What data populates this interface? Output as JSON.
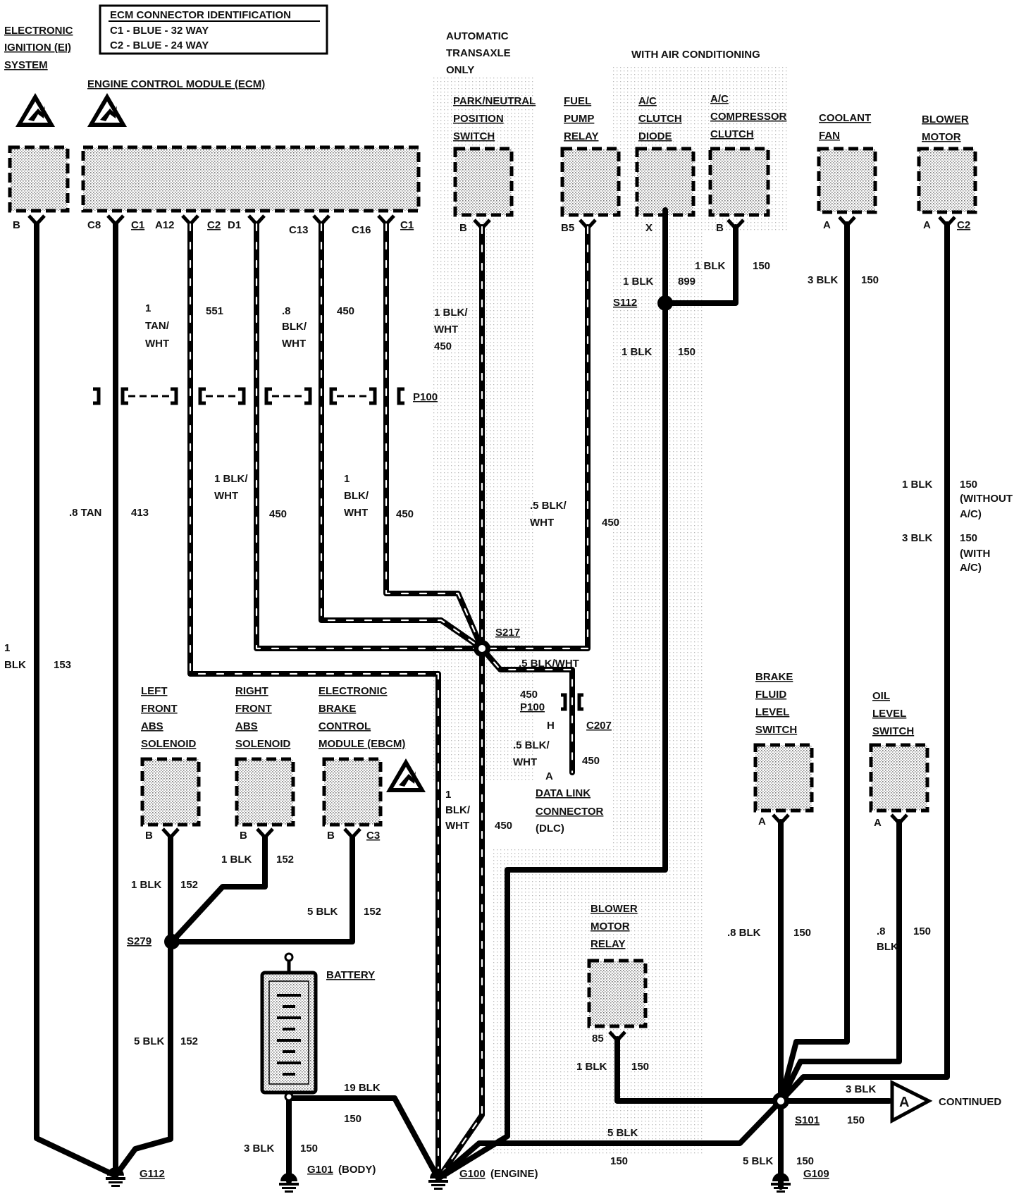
{
  "connector_id": {
    "title": "ECM CONNECTOR IDENTIFICATION",
    "line1": "C1 - BLUE - 32 WAY",
    "line2": "C2 - BLUE - 24 WAY"
  },
  "components": {
    "ei": {
      "l1": "ELECTRONIC",
      "l2": "IGNITION (EI)",
      "l3": "SYSTEM",
      "pin": "B"
    },
    "ecm": {
      "label": "ENGINE CONTROL MODULE (ECM)",
      "pins": {
        "c8": "C8",
        "c1a": "C1",
        "a12": "A12",
        "c2": "C2",
        "d1": "D1",
        "c13": "C13",
        "c16": "C16",
        "c1b": "C1"
      }
    },
    "auto_only": {
      "l1": "AUTOMATIC",
      "l2": "TRANSAXLE",
      "l3": "ONLY"
    },
    "with_ac": "WITH AIR CONDITIONING",
    "pnp": {
      "l1": "PARK/NEUTRAL",
      "l2": "POSITION",
      "l3": "SWITCH",
      "pin": "B"
    },
    "fuel_pump": {
      "l1": "FUEL",
      "l2": "PUMP",
      "l3": "RELAY",
      "pin": "B5"
    },
    "ac_diode": {
      "l1": "A/C",
      "l2": "CLUTCH",
      "l3": "DIODE",
      "pin": "X"
    },
    "ac_comp": {
      "l1": "A/C",
      "l2": "COMPRESSOR",
      "l3": "CLUTCH",
      "pin": "B"
    },
    "coolant": {
      "l1": "COOLANT",
      "l2": "FAN",
      "pin": "A"
    },
    "blower": {
      "l1": "BLOWER",
      "l2": "MOTOR",
      "pin": "A",
      "conn": "C2"
    },
    "lf_abs": {
      "l1": "LEFT",
      "l2": "FRONT",
      "l3": "ABS",
      "l4": "SOLENOID",
      "pin": "B"
    },
    "rf_abs": {
      "l1": "RIGHT",
      "l2": "FRONT",
      "l3": "ABS",
      "l4": "SOLENOID",
      "pin": "B"
    },
    "ebcm": {
      "l1": "ELECTRONIC",
      "l2": "BRAKE",
      "l3": "CONTROL",
      "l4": "MODULE (EBCM)",
      "pin": "B",
      "conn": "C3"
    },
    "brake_fluid": {
      "l1": "BRAKE",
      "l2": "FLUID",
      "l3": "LEVEL",
      "l4": "SWITCH",
      "pin": "A"
    },
    "oil_level": {
      "l1": "OIL",
      "l2": "LEVEL",
      "l3": "SWITCH",
      "pin": "A"
    },
    "blower_relay": {
      "l1": "BLOWER",
      "l2": "MOTOR",
      "l3": "RELAY",
      "pin": "85"
    },
    "battery": "BATTERY",
    "dlc": {
      "pin": "A",
      "l1": "DATA LINK",
      "l2": "CONNECTOR",
      "l3": "(DLC)",
      "hpin": "H",
      "conn": "C207",
      "p100": "P100"
    }
  },
  "connectors": {
    "p100": "P100"
  },
  "splices": {
    "s217": "S217",
    "s112": "S112",
    "s279": "S279",
    "s101": "S101"
  },
  "grounds": {
    "g112": "G112",
    "g101": "G101",
    "g101_note": "(BODY)",
    "g100": "G100",
    "g100_note": "(ENGINE)",
    "g109": "G109"
  },
  "continued": {
    "letter": "A",
    "text": "CONTINUED"
  },
  "wires": {
    "w1_a": "1",
    "w1_b": "BLK",
    "w1_c": "153",
    "w2_a": ".8 TAN",
    "w2_b": "413",
    "w3_a": "1",
    "w3_b": "TAN/",
    "w3_c": "WHT",
    "w3_d": "551",
    "w4_a": "1 BLK/",
    "w4_b": "WHT",
    "w4_c": "450",
    "w5_a": ".8",
    "w5_b": "BLK/",
    "w5_c": "WHT",
    "w5_d": "450",
    "w6_a": "1 BLK/",
    "w6_b": "WHT",
    "w6_c": "450",
    "w7_a": "1",
    "w7_b": "BLK/",
    "w7_c": "WHT",
    "w7_d": "450",
    "w8_a": ".5 BLK/",
    "w8_b": "WHT",
    "w8_c": "450",
    "w9_a": "1 BLK",
    "w9_b": "899",
    "w10_a": "1 BLK",
    "w10_b": "150",
    "w11_a": "1 BLK",
    "w11_b": "150",
    "w12_a": "3 BLK",
    "w12_b": "150",
    "w13_a": "1 BLK",
    "w13_b": "150",
    "w13_c": "(WITHOUT",
    "w13_d": "A/C)",
    "w14_a": "3 BLK",
    "w14_b": "150",
    "w14_c": "(WITH",
    "w14_d": "A/C)",
    "w15_a": ".5 BLK/WHT",
    "w16_a": "450",
    "w17_a": ".5 BLK/",
    "w17_b": "WHT",
    "w17_c": "450",
    "w18_a": "1",
    "w18_b": "BLK/",
    "w18_c": "WHT",
    "w18_d": "450",
    "w19_a": "1 BLK",
    "w19_b": "152",
    "w20_a": "1 BLK",
    "w20_b": "152",
    "w21_a": "5 BLK",
    "w21_b": "152",
    "w22_a": "5 BLK",
    "w22_b": "152",
    "w23_a": "19 BLK",
    "w23_b": "150",
    "w24_a": "3 BLK",
    "w24_b": "150",
    "w25_a": "1 BLK",
    "w25_b": "150",
    "w26_a": ".8 BLK",
    "w26_b": "150",
    "w27_a": ".8",
    "w27_b": "BLK",
    "w27_c": "150",
    "w28_a": "3 BLK",
    "w28_b": "150",
    "w29_a": "5 BLK",
    "w29_b": "150",
    "w30_a": "5 BLK",
    "w30_b": "150"
  }
}
